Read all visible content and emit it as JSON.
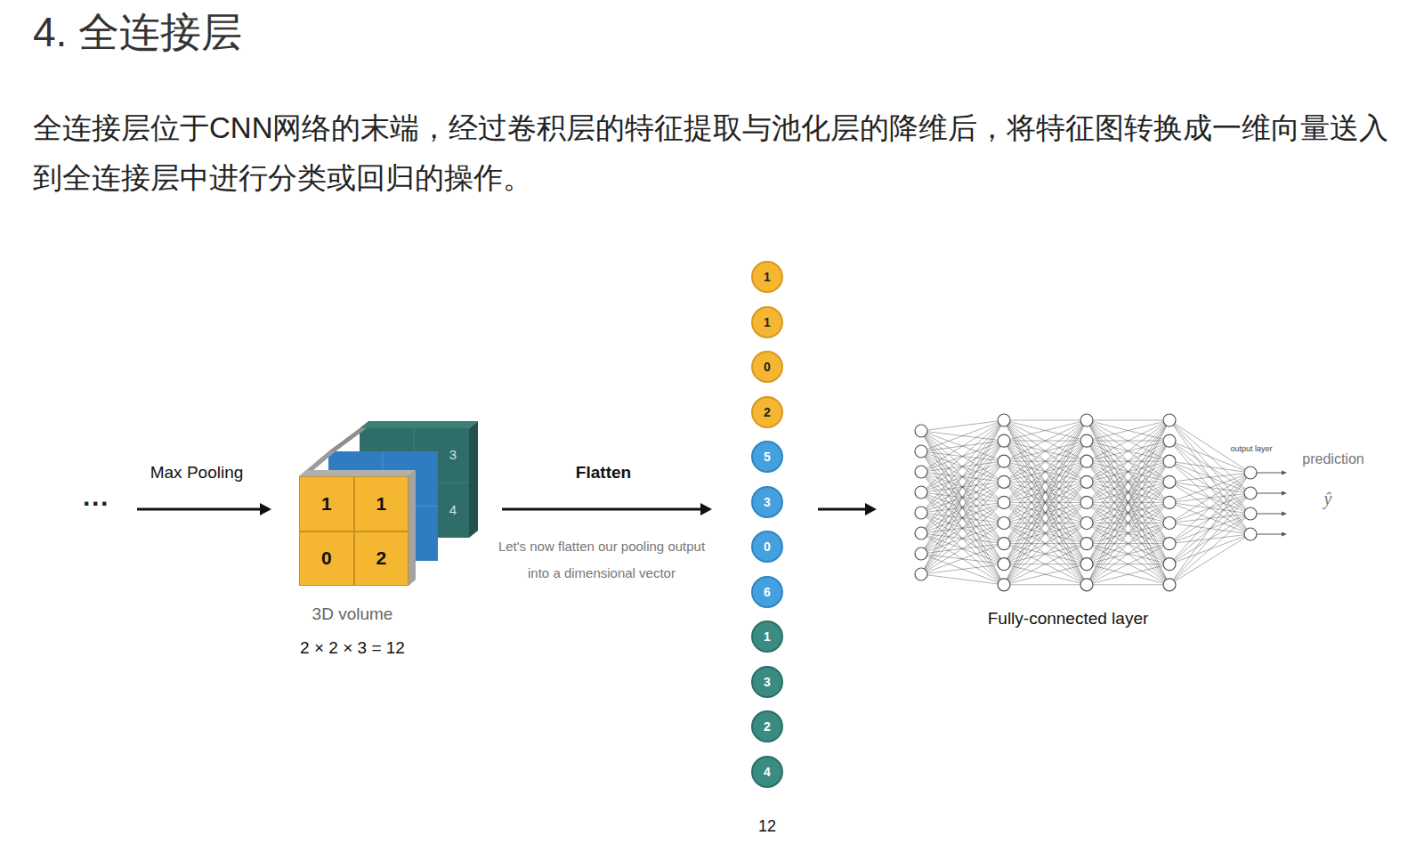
{
  "diagram": {
    "title": "4. 全连接层",
    "nodes": [
      {
        "text": [
          "1"
        ]
      },
      {
        "text": [
          "1"
        ]
      },
      {
        "text": [
          "0"
        ]
      },
      {
        "text": [
          "2"
        ]
      },
      {
        "text": [
          "1"
        ]
      },
      {
        "text": [
          "1"
        ]
      },
      {
        "text": [
          "0"
        ]
      },
      {
        "text": [
          "2"
        ]
      },
      {
        "text": [
          "5"
        ]
      },
      {
        "text": [
          "3"
        ]
      },
      {
        "text": [
          "0"
        ]
      },
      {
        "text": [
          "6"
        ]
      },
      {
        "text": [
          "1"
        ]
      },
      {
        "text": [
          "3"
        ]
      },
      {
        "text": [
          "2"
        ]
      },
      {
        "text": [
          "4"
        ]
      }
    ],
    "labels": [
      "全连接层位于CNN网络的末端，经过卷积层的特征提取与池化层的降维后，将特征图转换成一维向量送入到全连接层中进行分类或回归的操作。",
      "···",
      "Max Pooling",
      "3",
      "4",
      "3D volume",
      "2 × 2 × 3 = 12",
      "Flatten",
      "Let's now flatten our pooling output into a dimensional vector",
      "12",
      "output layer",
      "prediction",
      "ŷ",
      "Fully-connected layer"
    ]
  }
}
